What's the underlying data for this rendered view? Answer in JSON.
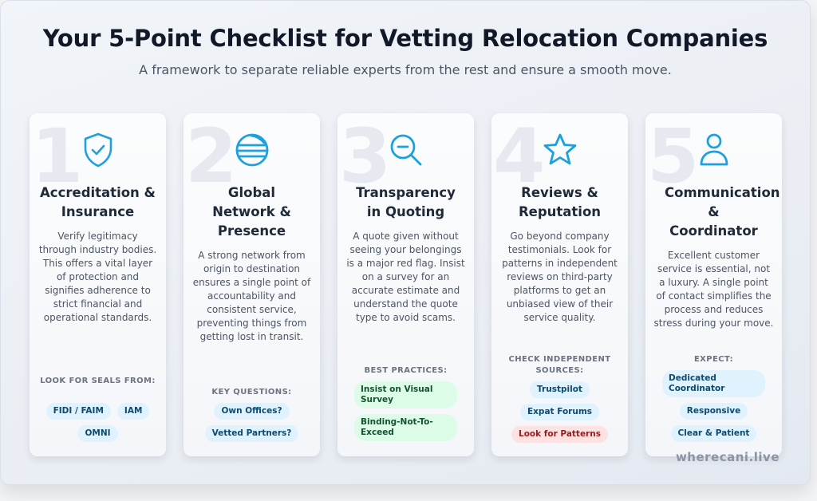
{
  "header": {
    "title": "Your 5-Point Checklist for Vetting Relocation Companies",
    "subtitle": "A framework to separate reliable experts from the rest and ensure a smooth move."
  },
  "colors": {
    "accent": "#1ea0dc",
    "title": "#111827",
    "badge_blue_bg": "#e0f2fe",
    "badge_green_bg": "#dcfce7",
    "badge_red_bg": "#fee2e2"
  },
  "cards": [
    {
      "number": "1",
      "icon": "shield-check-icon",
      "title": "Accreditation & Insurance",
      "description": "Verify legitimacy through industry bodies. This offers a vital layer of protection and signifies adherence to strict financial and operational standards.",
      "label": "LOOK FOR SEALS FROM:",
      "badges": [
        "FIDI / FAIM",
        "IAM",
        "OMNI"
      ]
    },
    {
      "number": "2",
      "icon": "globe-icon",
      "title": "Global Network & Presence",
      "description": "A strong network from origin to destination ensures a single point of accountability and consistent service, preventing things from getting lost in transit.",
      "label": "KEY QUESTIONS:",
      "badges": [
        "Own Offices?",
        "Vetted Partners?"
      ]
    },
    {
      "number": "3",
      "icon": "zoom-out-search-icon",
      "title": "Transparency in Quoting",
      "description": "A quote given without seeing your belongings is a major red flag. Insist on a survey for an accurate estimate and understand the quote type to avoid scams.",
      "label": "BEST PRACTICES:",
      "badges": [
        "Insist on Visual Survey",
        "Binding-Not-To-Exceed"
      ]
    },
    {
      "number": "4",
      "icon": "star-icon",
      "title": "Reviews & Reputation",
      "description": "Go beyond company testimonials. Look for patterns in independent reviews on third-party platforms to get an unbiased view of their service quality.",
      "label": "CHECK INDEPENDENT SOURCES:",
      "badges": [
        "Trustpilot",
        "Expat Forums",
        "Look for Patterns"
      ]
    },
    {
      "number": "5",
      "icon": "user-icon",
      "title": "Communication & Coordinator",
      "description": "Excellent customer service is essential, not a luxury. A single point of contact simplifies the process and reduces stress during your move.",
      "label": "EXPECT:",
      "badges": [
        "Dedicated Coordinator",
        "Responsive",
        "Clear & Patient"
      ]
    }
  ],
  "watermark": "wherecani.live"
}
